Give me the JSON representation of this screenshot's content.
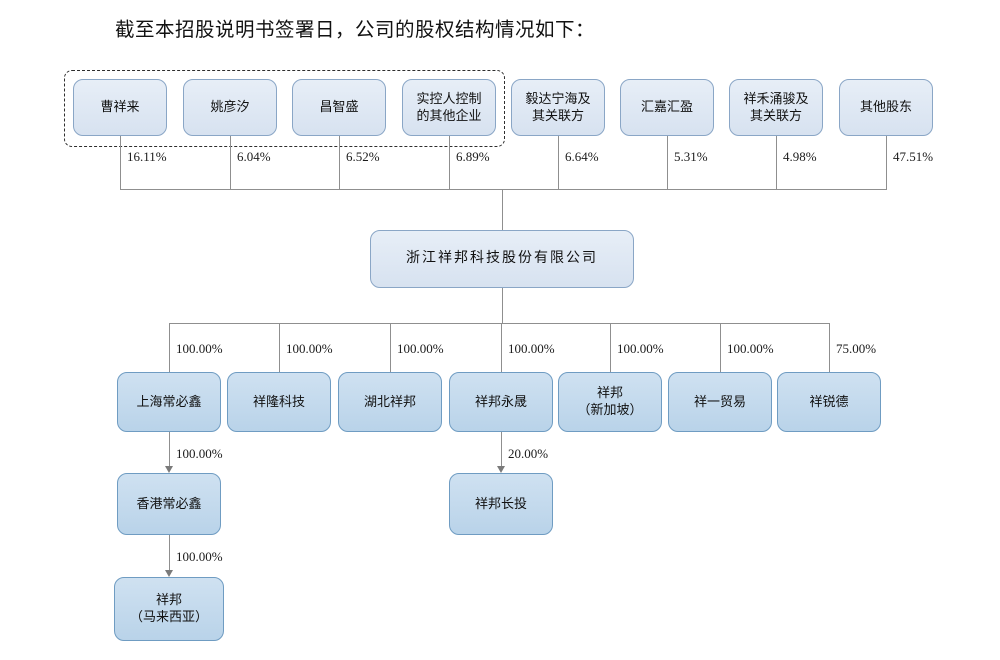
{
  "title": "截至本招股说明书签署日，公司的股权结构情况如下：",
  "company": {
    "name": "浙江祥邦科技股份有限公司"
  },
  "shareholders": [
    {
      "name": "曹祥来",
      "pct": "16.11%"
    },
    {
      "name": "姚彦汐",
      "pct": "6.04%"
    },
    {
      "name": "昌智盛",
      "pct": "6.52%"
    },
    {
      "name": "实控人控制\n的其他企业",
      "pct": "6.89%"
    },
    {
      "name": "毅达宁海及\n其关联方",
      "pct": "6.64%"
    },
    {
      "name": "汇嘉汇盈",
      "pct": "5.31%"
    },
    {
      "name": "祥禾涌骏及\n其关联方",
      "pct": "4.98%"
    },
    {
      "name": "其他股东",
      "pct": "47.51%"
    }
  ],
  "controller_group_note": "dashed box groups the actual controller and parties acting in concert (first four shareholders)",
  "subsidiaries": [
    {
      "name": "上海常必鑫",
      "pct": "100.00%"
    },
    {
      "name": "祥隆科技",
      "pct": "100.00%"
    },
    {
      "name": "湖北祥邦",
      "pct": "100.00%"
    },
    {
      "name": "祥邦永晟",
      "pct": "100.00%"
    },
    {
      "name": "祥邦\n（新加坡）",
      "pct": "100.00%"
    },
    {
      "name": "祥一贸易",
      "pct": "100.00%"
    },
    {
      "name": "祥锐德",
      "pct": "75.00%"
    }
  ],
  "lower_entities": [
    {
      "name": "香港常必鑫",
      "pct": "100.00%",
      "parent": "上海常必鑫"
    },
    {
      "name": "祥邦长投",
      "pct": "20.00%",
      "parent": "祥邦永晟"
    },
    {
      "name": "祥邦\n（马来西亚）",
      "pct": "100.00%",
      "parent": "香港常必鑫"
    }
  ],
  "colors": {
    "level1_box_fill": "#dce6f2",
    "level1_box_border": "#8aa6c6",
    "level2_box_fill": "#c2d9ec",
    "level2_box_border": "#6f9cc2",
    "connector_line": "#8f8f8f",
    "group_dash_border": "#2e2e2e",
    "text": "#111111",
    "background": "#ffffff"
  }
}
